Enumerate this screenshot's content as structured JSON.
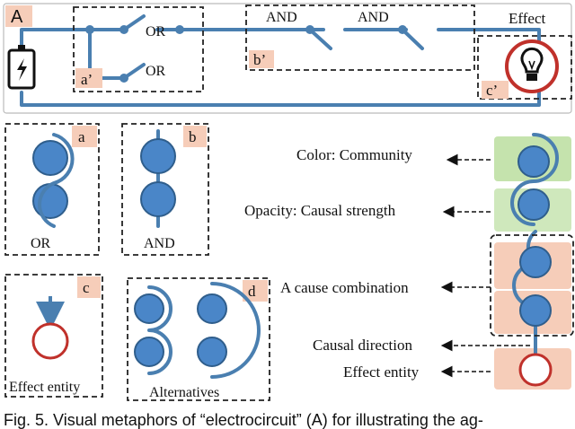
{
  "panel_A": {
    "label": "A",
    "or_top": "OR",
    "or_bottom": "OR",
    "and_1": "AND",
    "and_2": "AND",
    "effect": "Effect",
    "tag_a1": "a’",
    "tag_b1": "b’",
    "tag_c1": "c’"
  },
  "glyphs": {
    "a": {
      "tag": "a",
      "caption": "OR"
    },
    "b": {
      "tag": "b",
      "caption": "AND"
    },
    "c": {
      "tag": "c",
      "caption": "Effect entity"
    },
    "d": {
      "tag": "d",
      "caption": "Alternatives"
    }
  },
  "legend": {
    "color": "Color: Community",
    "opacity": "Opacity: Causal strength",
    "combination": "A cause combination",
    "direction": "Causal direction",
    "effect_entity": "Effect entity"
  },
  "caption": "Fig. 5.  Visual metaphors of “electrocircuit” (A) for illustrating the ag-",
  "colors": {
    "wire": "#4a7fb0",
    "ball": "#4a86c8",
    "effect_ring": "#c0312b",
    "green": "#c5e3ad",
    "peach": "#f6cdb9"
  },
  "icons": [
    "battery-icon",
    "lightbulb-icon",
    "switch-icon",
    "arrow-icon"
  ]
}
